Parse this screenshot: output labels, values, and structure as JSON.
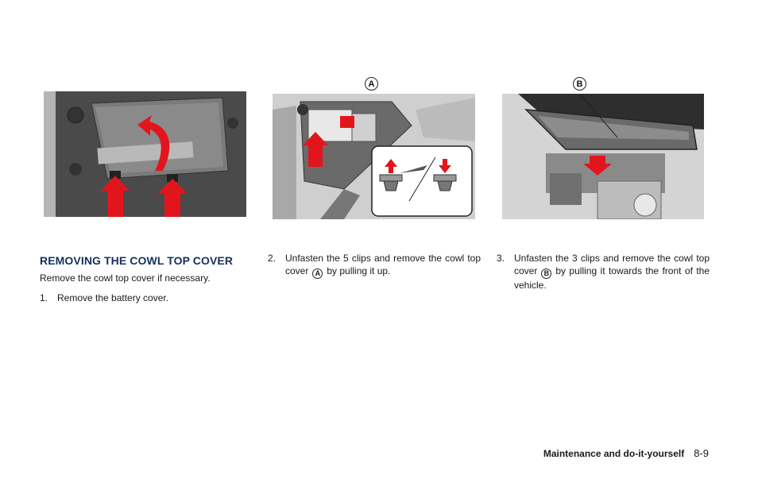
{
  "figures": {
    "fig2_callout": "A",
    "fig3_callout": "B"
  },
  "section": {
    "heading": "REMOVING THE COWL TOP COVER",
    "intro": "Remove the cowl top cover if necessary."
  },
  "steps": [
    {
      "num": "1.",
      "text": "Remove the battery cover."
    },
    {
      "num": "2.",
      "text_before": "Unfasten the 5 clips and remove the cowl top cover",
      "callout": "A",
      "text_after": "by pulling it up."
    },
    {
      "num": "3.",
      "text_before": "Unfasten the 3 clips and remove the cowl top cover",
      "callout": "B",
      "text_after": "by pulling it towards the front of the vehicle."
    }
  ],
  "footer": {
    "section": "Maintenance and do-it-yourself",
    "page": "8-9"
  },
  "colors": {
    "heading": "#16305c",
    "arrow_red": "#e3151c"
  }
}
